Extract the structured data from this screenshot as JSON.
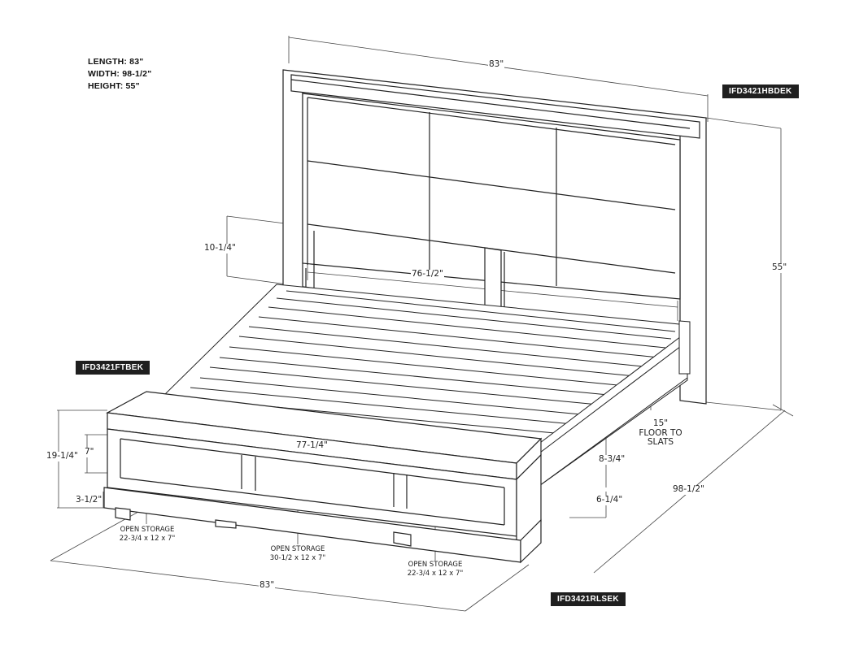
{
  "specs": {
    "length": "LENGTH: 83\"",
    "width": "WIDTH: 98-1/2\"",
    "height": "HEIGHT: 55\""
  },
  "part_labels": {
    "headboard": "IFD3421HBDEK",
    "footboard": "IFD3421FTBEK",
    "rails": "IFD3421RLSEK"
  },
  "dimensions": {
    "headboard_width": "83\"",
    "height_total": "55\"",
    "headboard_gap": "10-1/4\"",
    "inner_width": "76-1/2\"",
    "footboard_inner": "77-1/4\"",
    "footboard_height": "19-1/4\"",
    "drawer_height": "7\"",
    "base_height": "3-1/2\"",
    "floor_to_slats_value": "15\"",
    "floor_to_slats_line1": "FLOOR TO",
    "floor_to_slats_line2": "SLATS",
    "rail_height": "8-3/4\"",
    "rail_clearance": "6-1/4\"",
    "length_total": "98-1/2\"",
    "footboard_width": "83\""
  },
  "storage": {
    "left_label": "OPEN STORAGE",
    "left_size": "22-3/4 x 12 x 7\"",
    "middle_label": "OPEN STORAGE",
    "middle_size": "30-1/2 x 12 x 7\"",
    "right_label": "OPEN STORAGE",
    "right_size": "22-3/4 x 12 x 7\""
  }
}
